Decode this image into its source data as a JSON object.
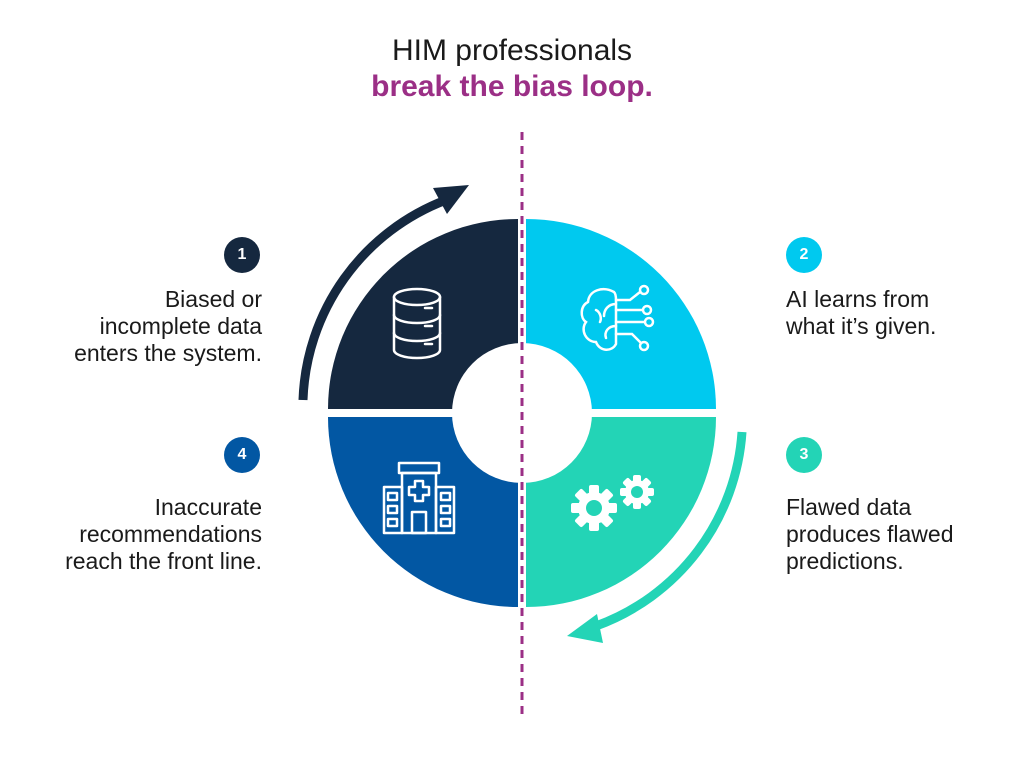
{
  "title": {
    "line1": "HIM professionals",
    "line2": "break the bias loop."
  },
  "colors": {
    "navy": "#15283f",
    "cyan": "#00c9ef",
    "teal": "#23d4b6",
    "blue": "#0257a3",
    "purple": "#9b2f86"
  },
  "steps": [
    {
      "number": "1",
      "text": "Biased or\nincomplete data\nenters the system.",
      "icon": "database-icon",
      "color": "#15283f"
    },
    {
      "number": "2",
      "text": "AI learns from\nwhat it’s given.",
      "icon": "brain-circuit-icon",
      "color": "#00c9ef"
    },
    {
      "number": "3",
      "text": "Flawed data\nproduces flawed\npredictions.",
      "icon": "gears-icon",
      "color": "#23d4b6"
    },
    {
      "number": "4",
      "text": "Inaccurate\nrecommendations\nreach the front line.",
      "icon": "hospital-icon",
      "color": "#0257a3"
    }
  ]
}
